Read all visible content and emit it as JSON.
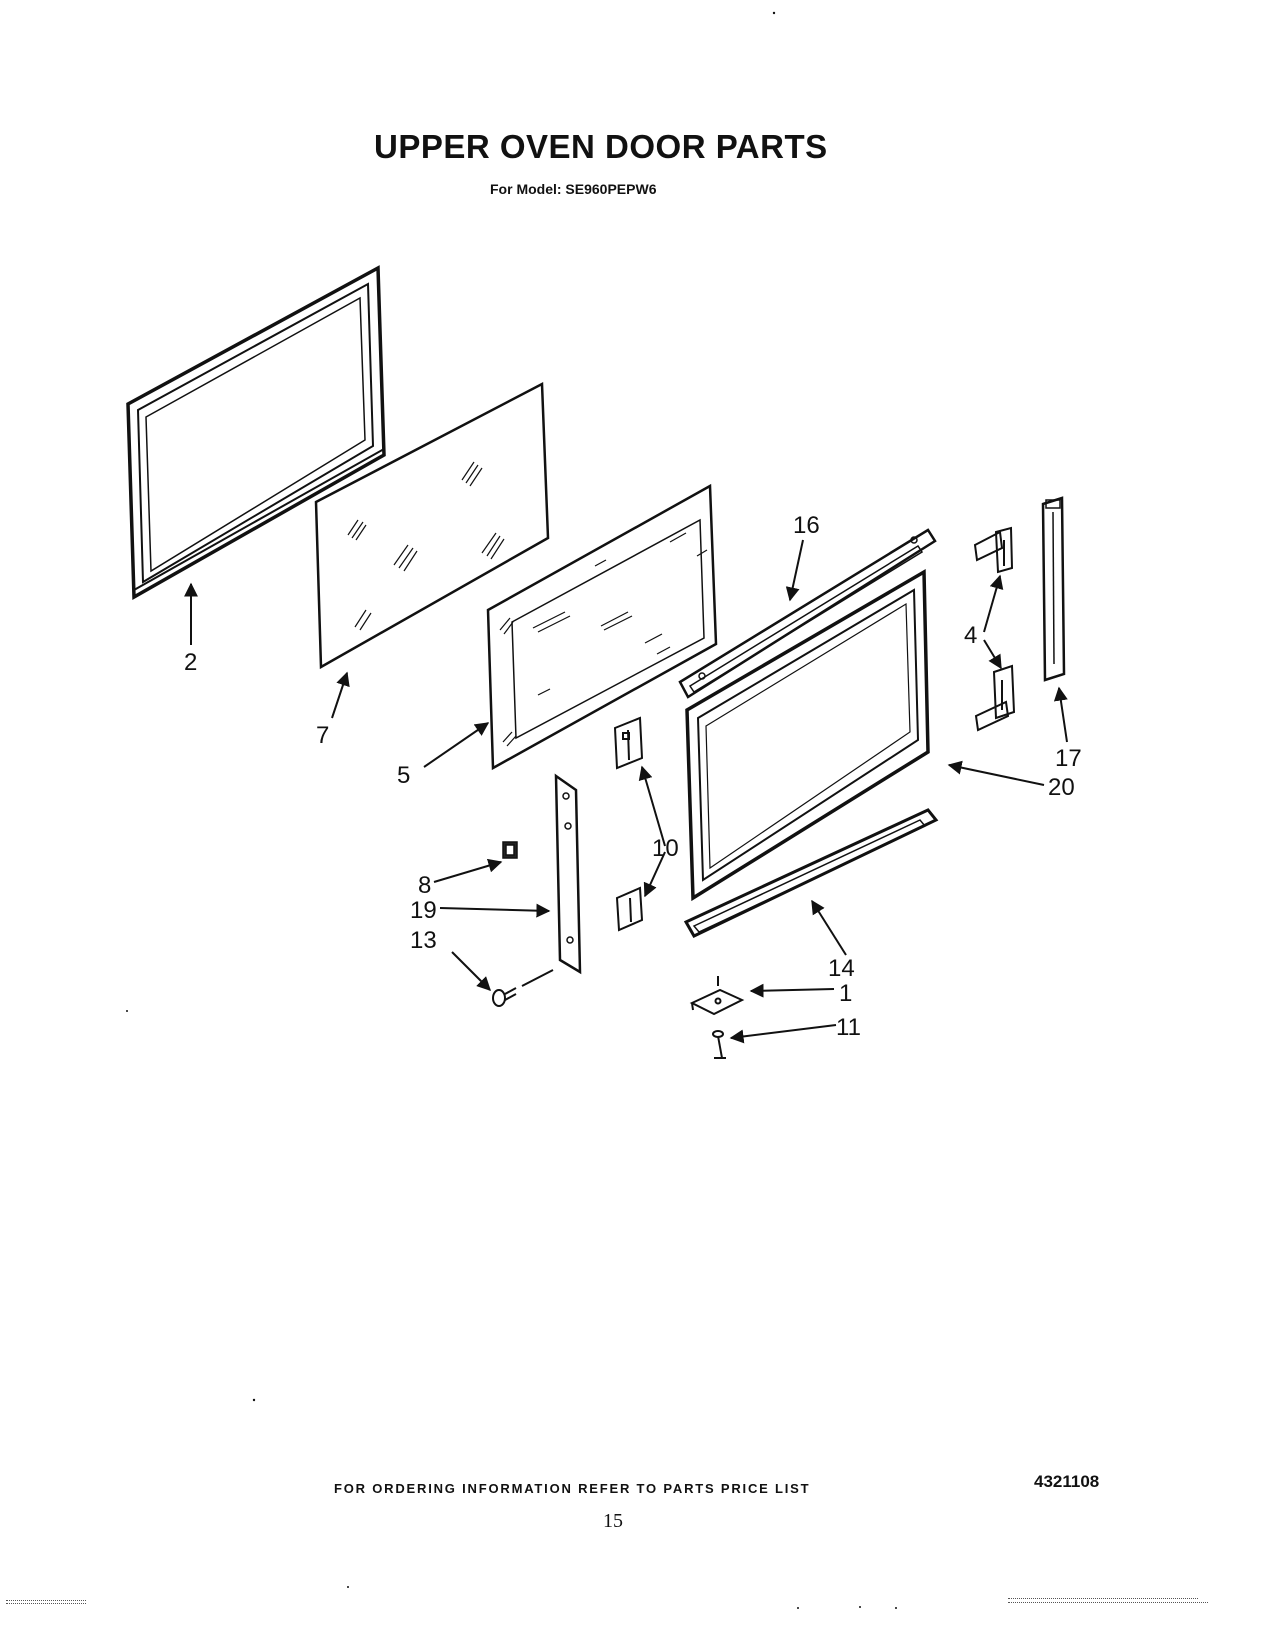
{
  "header": {
    "title": "UPPER OVEN DOOR PARTS",
    "subtitle": "For Model: SE960PEPW6"
  },
  "callouts": {
    "c1": "1",
    "c2": "2",
    "c4": "4",
    "c5": "5",
    "c7": "7",
    "c8": "8",
    "c10": "10",
    "c11": "11",
    "c13": "13",
    "c14": "14",
    "c16": "16",
    "c17": "17",
    "c19": "19",
    "c20": "20"
  },
  "footer": {
    "ordering_note": "FOR ORDERING INFORMATION REFER TO PARTS PRICE LIST",
    "page_number": "15",
    "document_number": "4321108"
  }
}
